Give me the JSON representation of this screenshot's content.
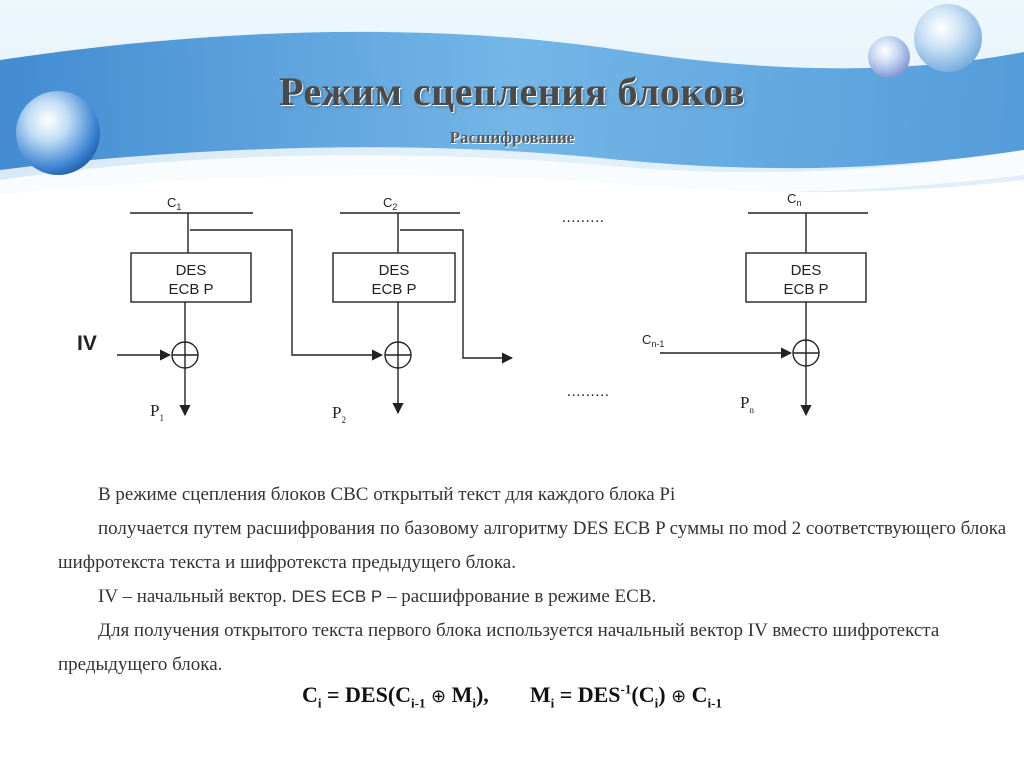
{
  "header": {
    "title": "Режим сцепления блоков",
    "subtitle": "Расшифрование"
  },
  "diagram": {
    "cipher_blocks": [
      {
        "base": "C",
        "sub": "1"
      },
      {
        "base": "C",
        "sub": "2"
      },
      {
        "base": "C",
        "sub": "n"
      }
    ],
    "box_line1": "DES",
    "box_line2": "ECB P",
    "iv_label": "IV",
    "prev_cipher": {
      "base": "C",
      "sub": "n-1"
    },
    "outputs": [
      {
        "base": "P",
        "sub": "1"
      },
      {
        "base": "P",
        "sub": "2"
      },
      {
        "base": "P",
        "sub": "n"
      }
    ],
    "ellipsis_top": ".........",
    "ellipsis_bottom": "........."
  },
  "body": {
    "line1": "В режиме сцепления блоков CBC открытый текст для каждого блока Pi",
    "line2": "получается путем расшифрования по базовому алгоритму  DES ECB P суммы по mod 2 соответствующего блока шифротекста текста и шифротекста предыдущего блока.",
    "line3_a": "IV – начальный вектор. ",
    "line3_b": "DES ECB P",
    "line3_c": " – расшифрование в режиме ECB.",
    "line4": "Для получения открытого текста первого блока  используется начальный вектор IV вместо шифротекста предыдущего блока."
  },
  "formula": {
    "f1_c": "C",
    "f1_c_sub": "i",
    "f1_eq": " = DES(C",
    "f1_prev_sub": "i-1",
    "f1_oplus": "⊕",
    "f1_m": " M",
    "f1_m_sub": "i",
    "f1_end": "),",
    "f2_m": "M",
    "f2_m_sub": "i",
    "f2_eq": " = DES",
    "f2_sup": "-1",
    "f2_arg": "(C",
    "f2_arg_sub": "i",
    "f2_close": ")",
    "f2_oplus": "⊕",
    "f2_c": " C",
    "f2_c_sub": "i-1"
  },
  "colors": {
    "banner_light": "#e6f3fb",
    "banner_mid": "#8fc4e8",
    "banner_dark": "#3f8fd1",
    "orb": "#4a92dc"
  }
}
